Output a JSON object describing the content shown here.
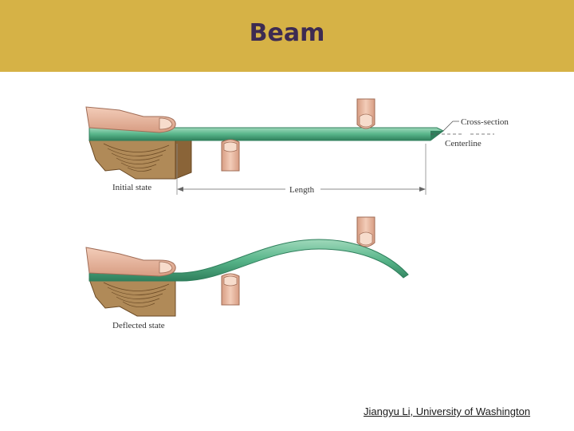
{
  "slide": {
    "title": "Beam",
    "footer": "Jiangyu Li, University of Washington"
  },
  "diagram": {
    "labels": {
      "cross_section": "Cross-section",
      "centerline": "Centerline",
      "initial_state": "Initial state",
      "length": "Length",
      "deflected_state": "Deflected state"
    }
  },
  "colors": {
    "header_band": "#d6b246",
    "title_text": "#3d2b52",
    "beam": "#58b58a",
    "wood": "#a07a4a",
    "finger": "#e9b9a2"
  }
}
